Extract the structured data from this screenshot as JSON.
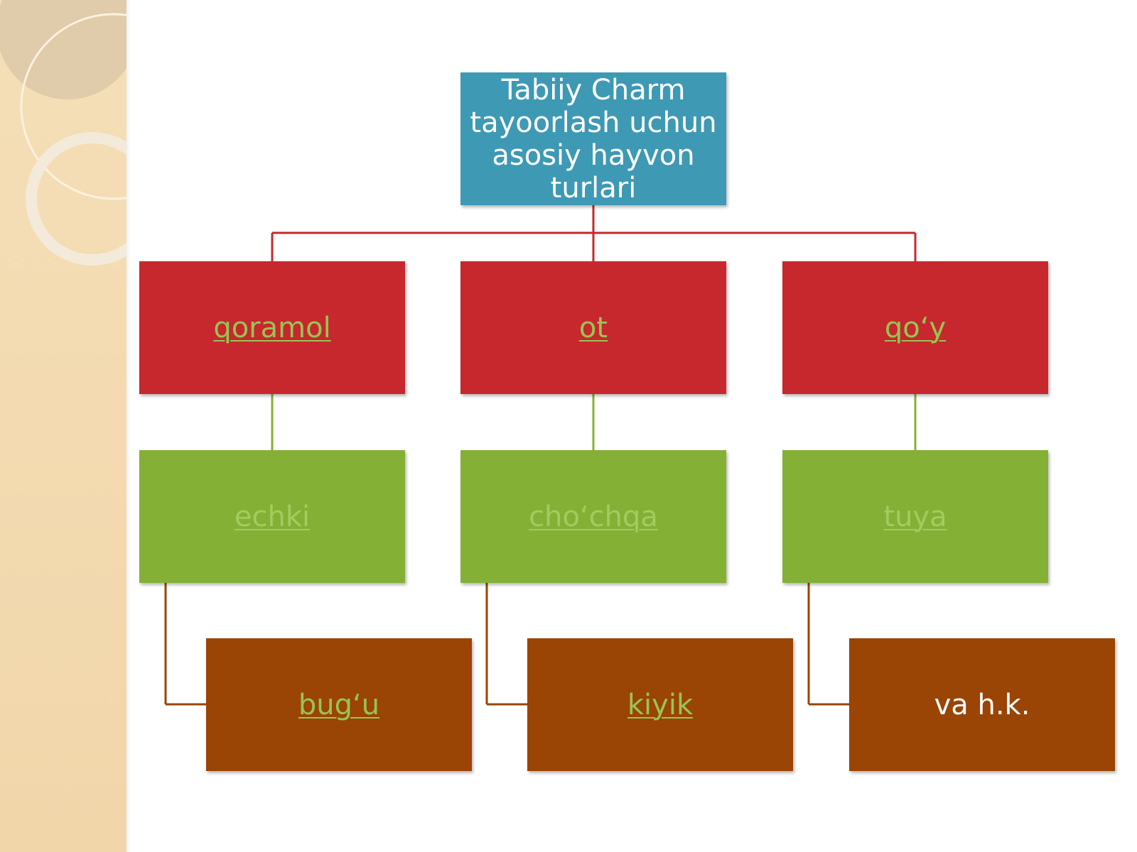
{
  "diagram": {
    "root": {
      "label": "Tabiiy Charm tayoorlash uchun asosiy hayvon turlari"
    },
    "columns": [
      {
        "primary": "qoramol",
        "secondary": "echki",
        "tertiary": "bug‘u",
        "tertiary_is_link": true
      },
      {
        "primary": "ot",
        "secondary": "cho‘chqa",
        "tertiary": "kiyik",
        "tertiary_is_link": true
      },
      {
        "primary": "qo‘y",
        "secondary": "tuya",
        "tertiary": "va h.k.",
        "tertiary_is_link": false
      }
    ]
  },
  "colors": {
    "root_fill": "#3e99b4",
    "primary_fill": "#c6282e",
    "secondary_fill": "#84b036",
    "tertiary_fill": "#9a4405",
    "primary_connector": "#c6282e",
    "secondary_connector": "#84b036",
    "tertiary_connector": "#9a4405",
    "link_text": "#98c552"
  }
}
